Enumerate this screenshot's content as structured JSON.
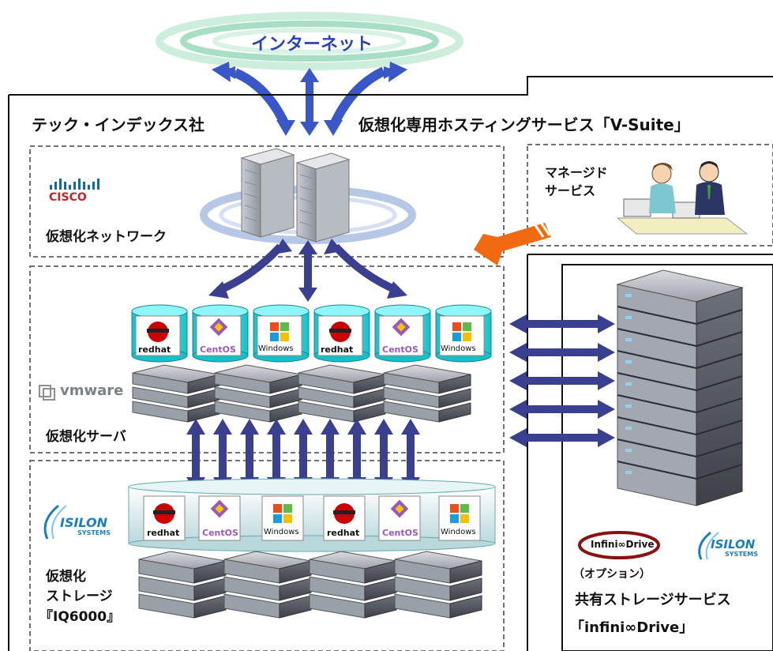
{
  "internet": {
    "label": "インターネット"
  },
  "header": {
    "company": "テック・インデックス社",
    "service_title": "仮想化専用ホスティングサービス「V-Suite」"
  },
  "network_section": {
    "brand": "CISCO",
    "label": "仮想化ネットワーク"
  },
  "managed_service": {
    "label_line1": "マネージド",
    "label_line2": "サービス"
  },
  "server_section": {
    "brand": "vmware",
    "label": "仮想化サーバ",
    "os_icons": [
      "redhat",
      "CentOS",
      "Windows",
      "redhat",
      "CentOS",
      "Windows"
    ]
  },
  "storage_section": {
    "brand": "ISILON",
    "brand_sub": "SYSTEMS",
    "label_line1": "仮想化",
    "label_line2": "ストレージ",
    "label_line3": "『IQ6000』",
    "os_icons": [
      "redhat",
      "CentOS",
      "Windows",
      "redhat",
      "CentOS",
      "Windows"
    ]
  },
  "shared_storage": {
    "brand1": "Infini∞Drive",
    "brand2": "ISILON",
    "brand2_sub": "SYSTEMS",
    "option": "（オプション）",
    "label": "共有ストレージサービス",
    "product": "「infini∞Drive」"
  },
  "colors": {
    "arrow_blue": "#3a57c8",
    "arrow_navy": "#3b3f8f",
    "orange": "#f26a10",
    "cyan_db": "#2fd4dc",
    "cisco_blue": "#0a6da8",
    "cisco_red": "#cc1f2a",
    "isilon_blue": "#1a7fc1"
  }
}
